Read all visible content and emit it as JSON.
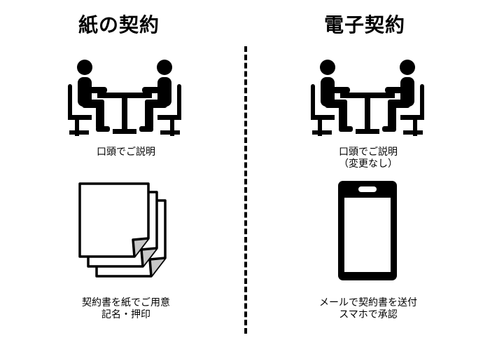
{
  "left": {
    "title": "紙の契約",
    "meeting_caption_1": "口頭でご説明",
    "document_caption_1": "契約書を紙でご用意",
    "document_caption_2": "記名・押印",
    "icons": [
      "meeting-icon",
      "paper-documents-icon"
    ]
  },
  "right": {
    "title": "電子契約",
    "meeting_caption_1": "口頭でご説明",
    "meeting_caption_2": "（変更なし）",
    "document_caption_1": "メールで契約書を送付",
    "document_caption_2": "スマホで承認",
    "icons": [
      "meeting-icon",
      "smartphone-icon"
    ]
  },
  "colors": {
    "ink": "#000000",
    "background": "#ffffff",
    "fold": "#c8c8c8"
  }
}
